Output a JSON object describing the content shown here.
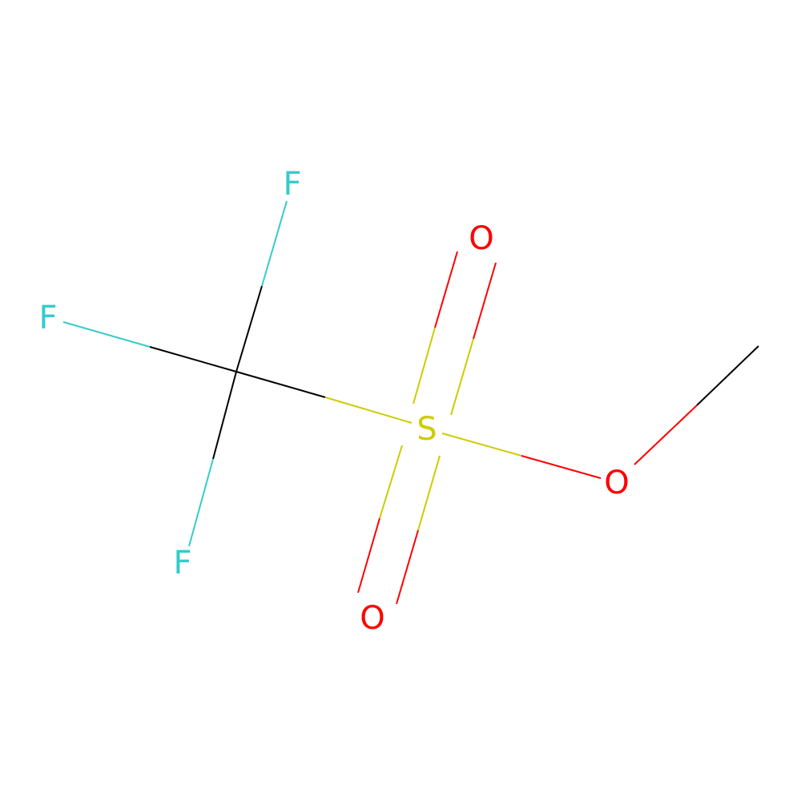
{
  "molecule": {
    "colors": {
      "carbon": "#000000",
      "fluorine": "#33CCCC",
      "oxygen": "#FF0000",
      "sulfur": "#CCCC00",
      "background": "#FFFFFF"
    },
    "atoms": {
      "f_top": {
        "symbol": "F",
        "element": "fluorine"
      },
      "f_left": {
        "symbol": "F",
        "element": "fluorine"
      },
      "f_bottom": {
        "symbol": "F",
        "element": "fluorine"
      },
      "sulfur": {
        "symbol": "S",
        "element": "sulfur"
      },
      "o_top": {
        "symbol": "O",
        "element": "oxygen"
      },
      "o_bottom": {
        "symbol": "O",
        "element": "oxygen"
      },
      "o_ester": {
        "symbol": "O",
        "element": "oxygen"
      }
    }
  }
}
